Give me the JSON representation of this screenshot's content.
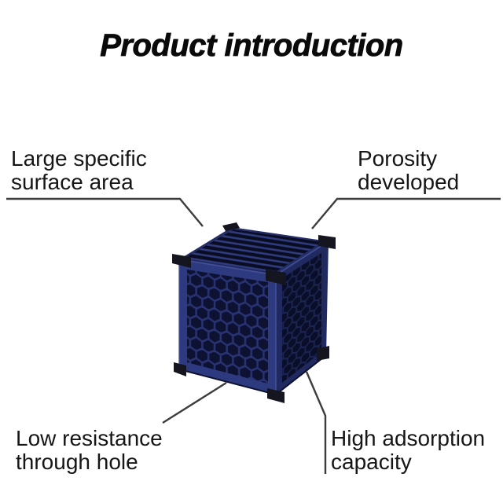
{
  "title": "Product introduction",
  "callouts": {
    "top_left": {
      "line1": "Large specific",
      "line2": "surface area"
    },
    "top_right": {
      "line1": "Porosity",
      "line2": "developed"
    },
    "bottom_left": {
      "line1": "Low resistance",
      "line2": "through hole"
    },
    "bottom_right": {
      "line1": "High adsorption",
      "line2": "capacity"
    }
  },
  "illustration": {
    "subject": "blue honeycomb filter cube",
    "colors": {
      "top_frame": "#242e66",
      "top_grille": "#0a0d22",
      "grille_stripe": "#2f3c80",
      "front_frame": "#2e3a80",
      "front_panel": "#293373",
      "right_frame": "#202a60",
      "right_panel": "#1b2452",
      "hole": "#0d1232",
      "hole_right": "#0a0e28",
      "corner_cap": "#14151f",
      "edge_highlight": "#46549e",
      "leader_line": "#3c3c3c",
      "text": "#161616",
      "background": "#ffffff"
    }
  }
}
